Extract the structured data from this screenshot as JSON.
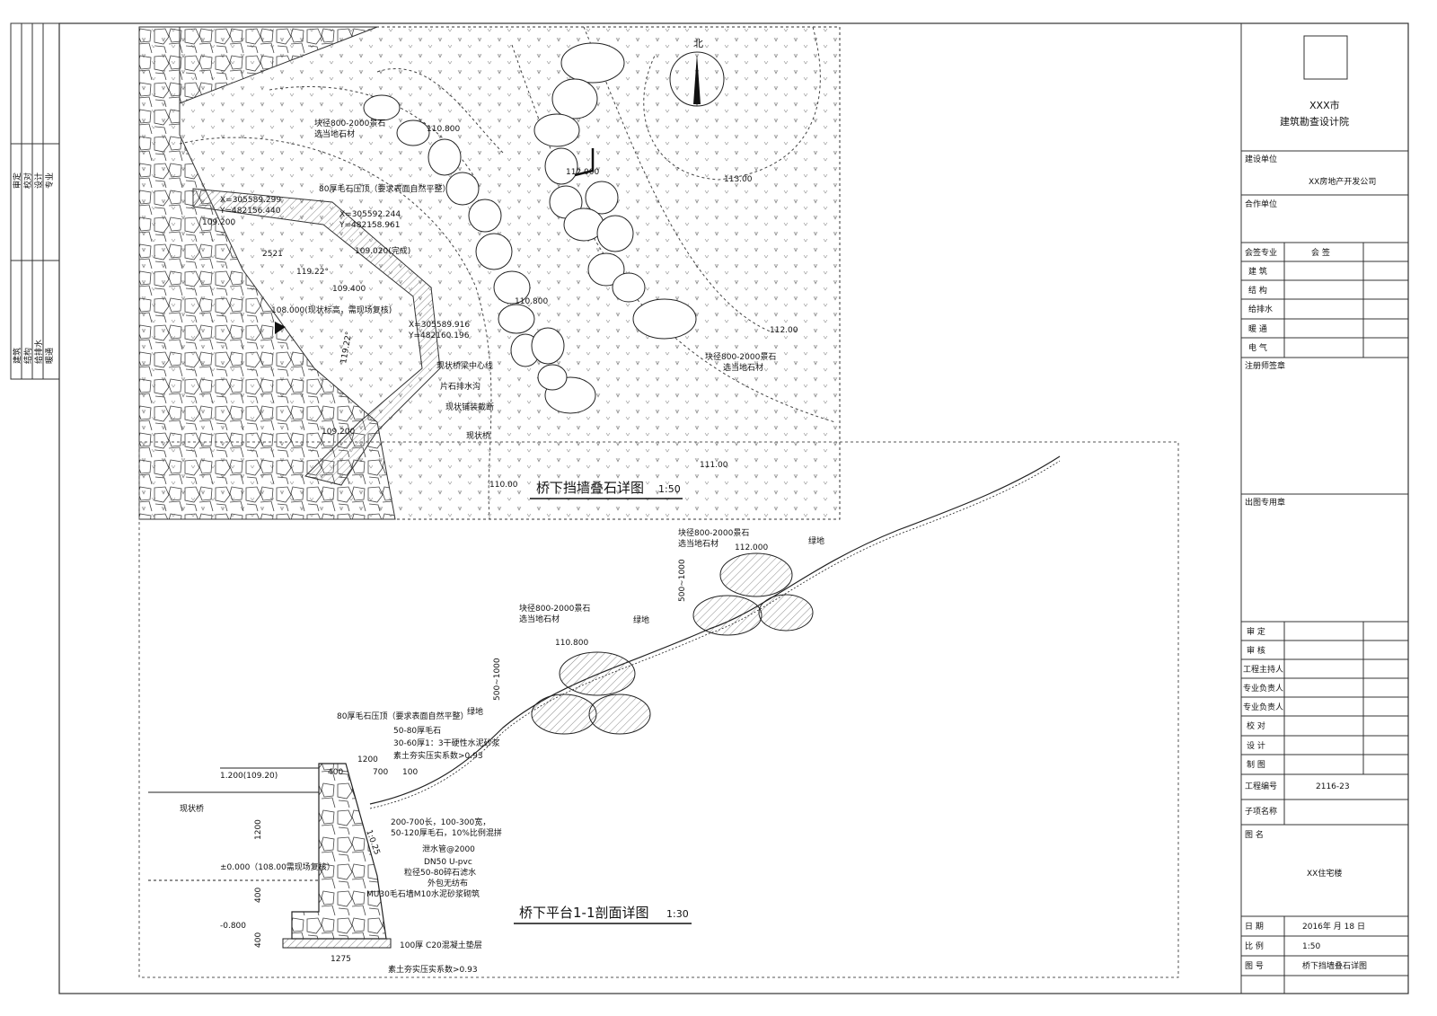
{
  "title_block": {
    "institute_line1": "XXX市",
    "institute_line2": "建筑勘查设计院",
    "client_label": "建设单位",
    "client_value": "XX房地产开发公司",
    "partner_label": "合作单位",
    "disciplines": [
      {
        "label": "会签专业",
        "value": "会 签"
      },
      {
        "label": "建 筑",
        "value": ""
      },
      {
        "label": "结 构",
        "value": ""
      },
      {
        "label": "给排水",
        "value": ""
      },
      {
        "label": "暖 通",
        "value": ""
      },
      {
        "label": "电 气",
        "value": ""
      }
    ],
    "stamp_label": "注册师签章",
    "approval_label": "出图专用章",
    "signatures": [
      "审 定",
      "审 核",
      "工程主持人",
      "专业负责人",
      "专业负责人",
      "校 对",
      "设 计",
      "制 图"
    ],
    "project_no_label": "工程编号",
    "project_no_value": "2116-23",
    "subproject_label": "子项名称",
    "drawing_name_label": "图 名",
    "drawing_name_value": "XX住宅楼",
    "date_label": "日 期",
    "date_value": "2016年 月 18 日",
    "scale_label": "比 例",
    "scale_value": "1:50",
    "sheet_label": "图 号",
    "sheet_value": "桥下挡墙叠石详图"
  },
  "plan": {
    "title": "桥下挡墙叠石详图",
    "scale": "1:50",
    "north": "北",
    "stone_note1_a": "块径800-2000景石",
    "stone_note1_b": "选当地石材",
    "stone_note2_a": "块径800-2000景石",
    "stone_note2_b": "选当地石材",
    "cap_note": "80厚毛石压顶（要求表面自然平整）",
    "coord1_x": "X=305589.299",
    "coord1_y": "Y=482156.440",
    "coord2_x": "X=305592.244",
    "coord2_y": "Y=482158.961",
    "coord3_x": "X=305589.916",
    "coord3_y": "Y=482160.196",
    "elev_existing": "108.000(现状标高，需现场复核)",
    "elev_109_200a": "109.200",
    "elev_109_200b": "109.200",
    "elev_109_400": "109.400",
    "elev_109_020": "109.020(完成)",
    "dim_2521": "2521",
    "angle1": "119.22°",
    "angle2": "119.22°",
    "leader1": "现状桥梁中心线",
    "leader2": "片石排水沟",
    "leader3": "现状铺装截断",
    "leader4": "现状桥",
    "contours": [
      "110.800",
      "112.000",
      "113.00",
      "110.800",
      "112.00",
      "111.00",
      "110.00"
    ]
  },
  "section": {
    "title": "桥下平台1-1剖面详图",
    "scale": "1:30",
    "stone_upper_a": "块径800-2000景石",
    "stone_upper_b": "选当地石材",
    "stone_lower_a": "块径800-2000景石",
    "stone_lower_b": "选当地石材",
    "lawn1": "绿地",
    "lawn2": "绿地",
    "lawn3": "绿地",
    "elev_112": "112.000",
    "elev_110_8": "110.800",
    "dim_500_1000a": "500~1000",
    "dim_500_1000b": "500~1000",
    "layer_notes": [
      "80厚毛石压顶（要求表面自然平整）",
      "50-80厚毛石",
      "30-60厚1：3干硬性水泥砂浆",
      "素土夯实压实系数>0.93"
    ],
    "elev_top": "1.200(109.20)",
    "elev_zero": "±0.000（108.00需现场复核）",
    "elev_bottom": "-0.800",
    "existing_bridge": "现状桥",
    "dims_h": [
      "400",
      "1200",
      "700",
      "100"
    ],
    "dims_v": [
      "1200",
      "400",
      "400"
    ],
    "dim_base": "1275",
    "slope": "1:0.25",
    "wall_notes": [
      "200-700长，100-300宽，",
      "50-120厚毛石，10%比例混拼",
      "泄水管@2000",
      "DN50 U-pvc",
      "粒径50-80碎石滤水",
      "外包无纺布",
      "MU30毛石墙M10水泥砂浆砌筑",
      "100厚 C20混凝土垫层",
      "素土夯实压实系数>0.93"
    ]
  },
  "left_strip": [
    "审定",
    "校对",
    "设计",
    "专业",
    "建筑",
    "结构",
    "给排水",
    "暖通"
  ]
}
